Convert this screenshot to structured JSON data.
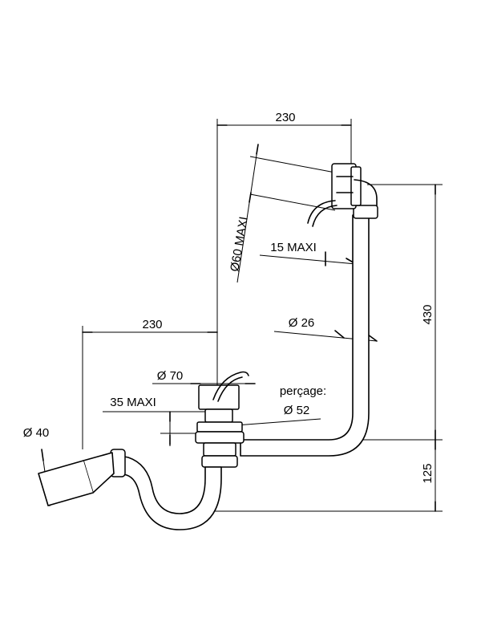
{
  "dimensions": {
    "top_width": "230",
    "left_width": "230",
    "overflow_diameter": "Ø60 MAXI",
    "overflow_depth": "15 MAXI",
    "pipe_diameter": "Ø 26",
    "total_height": "430",
    "waste_diameter": "Ø 70",
    "waste_depth": "35 MAXI",
    "drill_label": "perçage:",
    "drill_diameter": "Ø 52",
    "outlet_diameter": "Ø 40",
    "trap_height": "125"
  }
}
